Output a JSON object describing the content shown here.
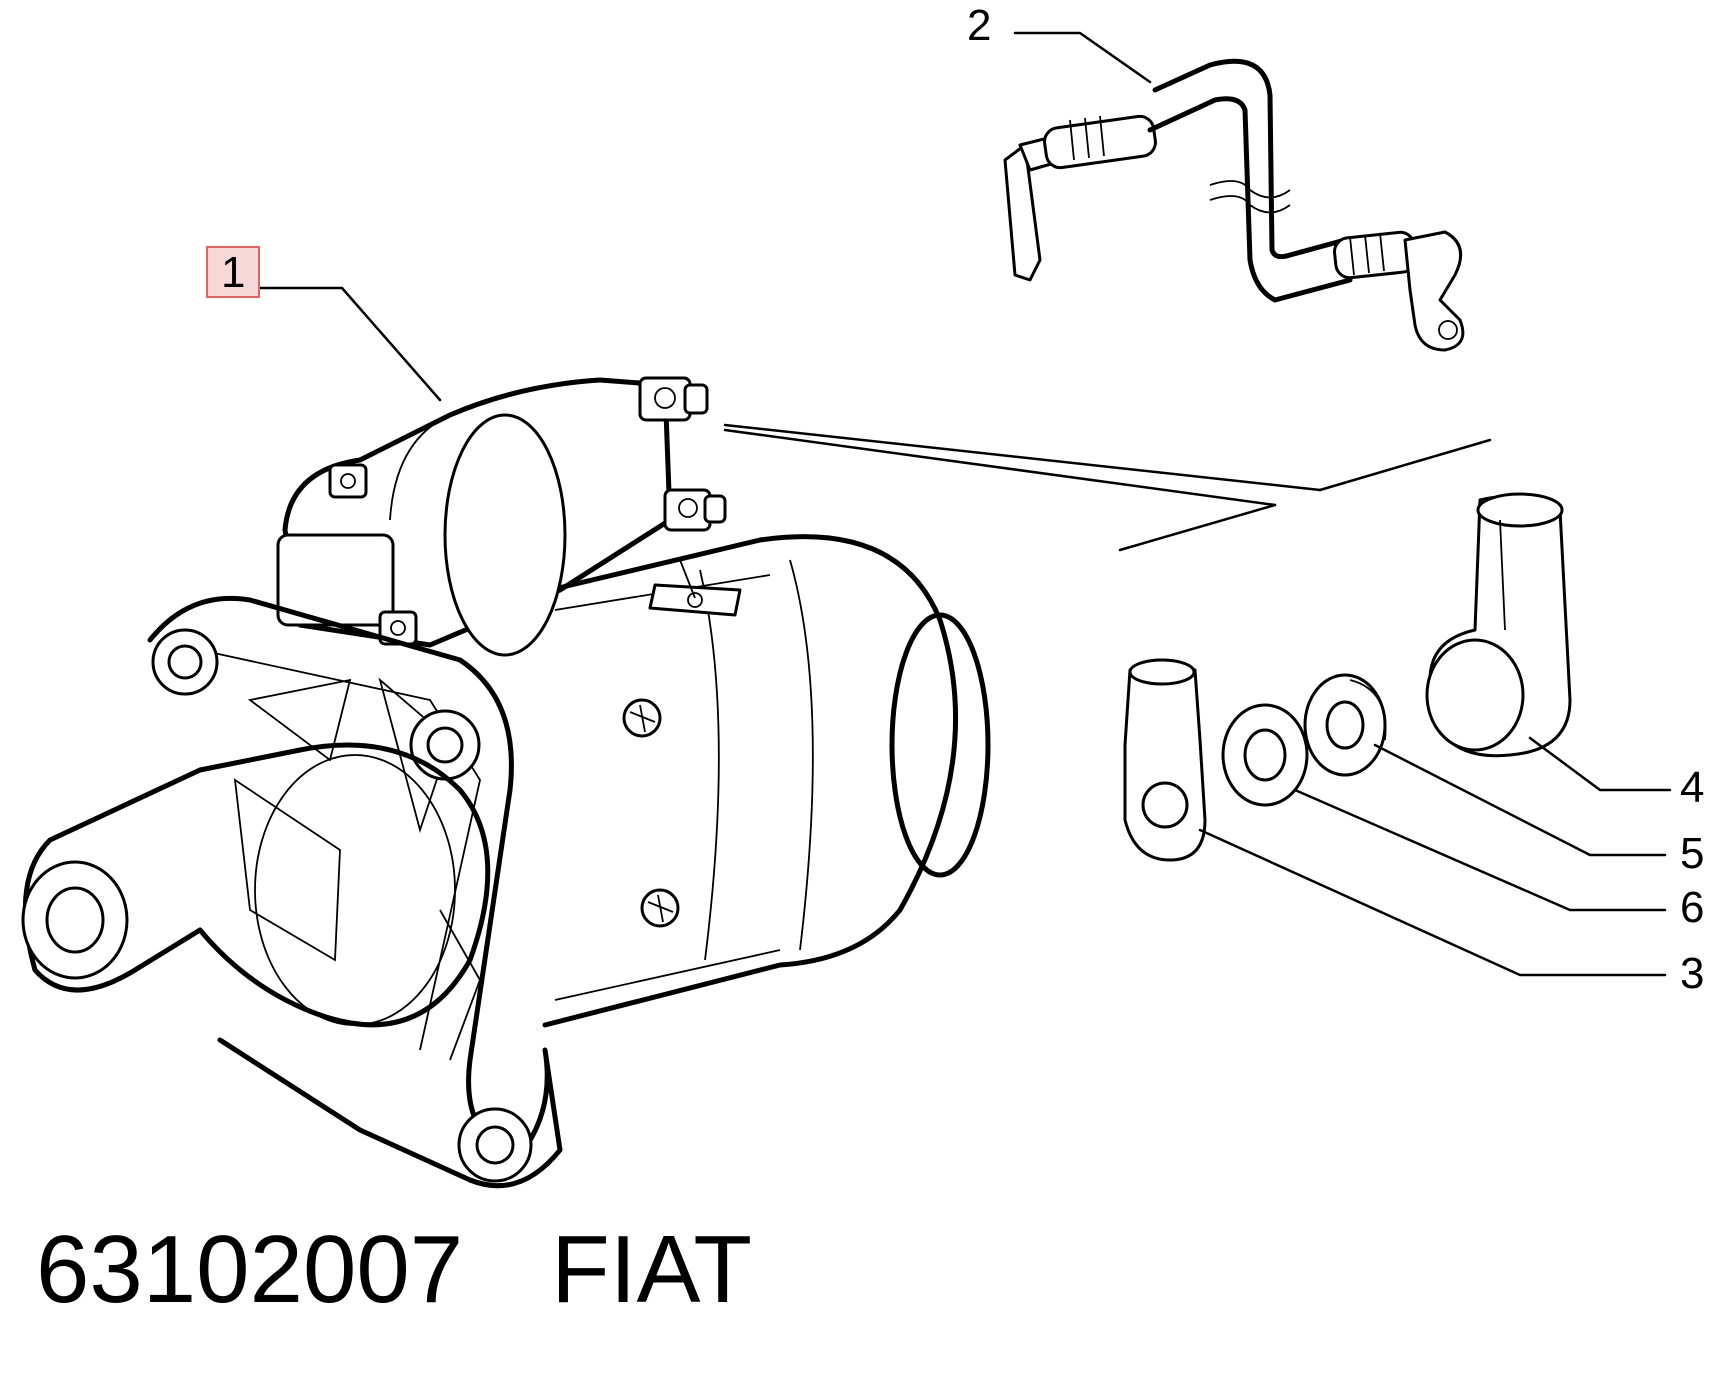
{
  "callouts": [
    {
      "id": "1",
      "label": "1",
      "highlighted": true
    },
    {
      "id": "2",
      "label": "2"
    },
    {
      "id": "3",
      "label": "3"
    },
    {
      "id": "4",
      "label": "4"
    },
    {
      "id": "5",
      "label": "5"
    },
    {
      "id": "6",
      "label": "6"
    }
  ],
  "caption": {
    "part_number": "63102007",
    "brand": "FIAT"
  },
  "colors": {
    "highlight_fill": "#f6d8d8",
    "highlight_stroke": "#e06666",
    "ink": "#000000"
  }
}
